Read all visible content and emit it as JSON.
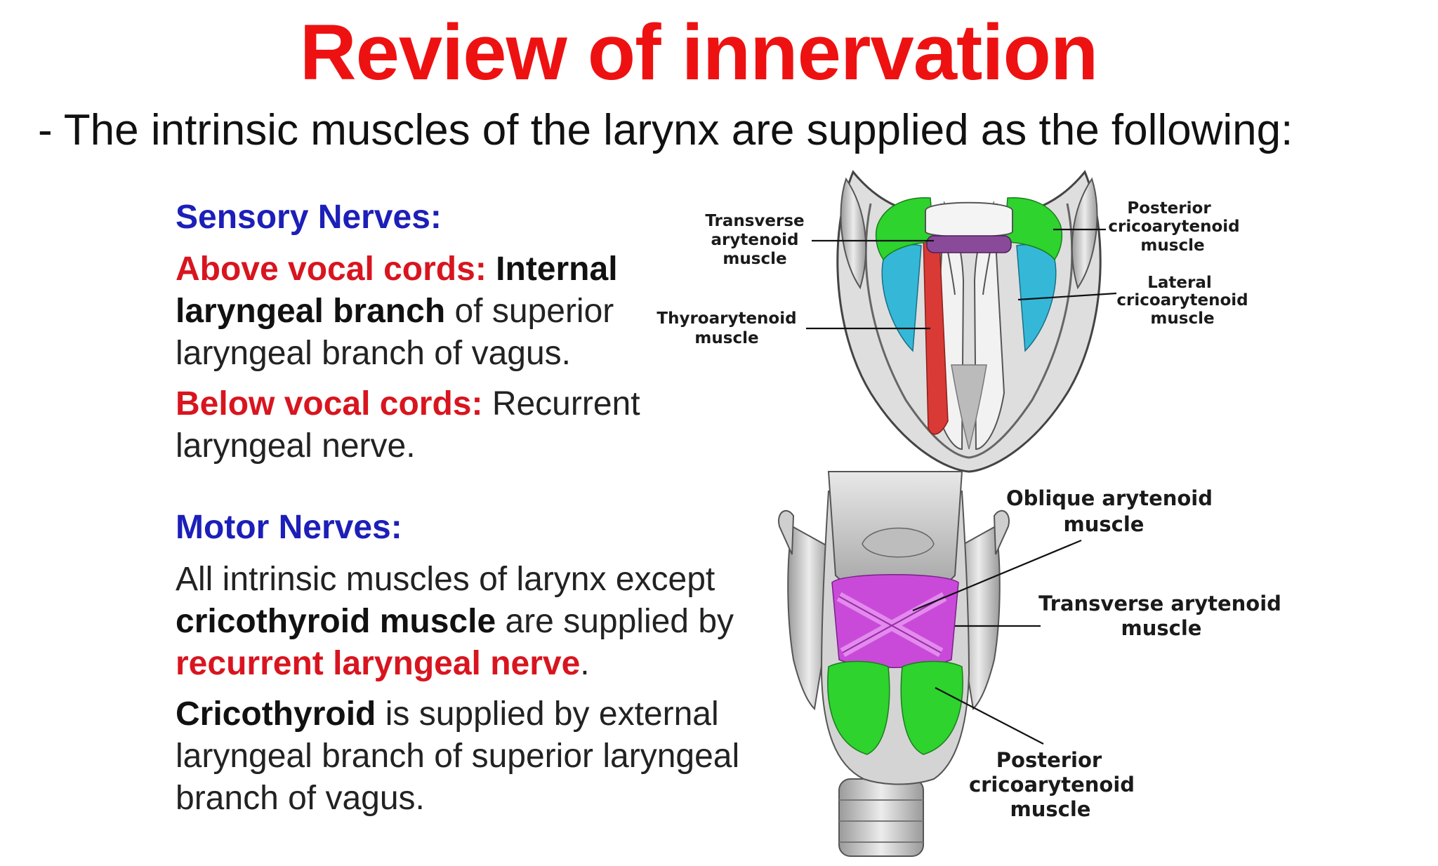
{
  "slide": {
    "title": "Review of innervation",
    "subtitle": "- The intrinsic muscles of the larynx are supplied as the following:"
  },
  "sensory": {
    "heading": "Sensory Nerves:",
    "above_label": "Above vocal cords:",
    "above_bold": "Internal laryngeal branch",
    "above_rest": "of superior laryngeal branch of vagus.",
    "below_label": "Below vocal cords:",
    "below_rest": "Recurrent laryngeal nerve."
  },
  "motor": {
    "heading": "Motor Nerves:",
    "p1_start": "All intrinsic muscles of larynx except",
    "p1_bold": "cricothyroid muscle",
    "p1_mid": "are supplied by",
    "p1_red": "recurrent laryngeal nerve",
    "p1_end": ".",
    "p2_bold": "Cricothyroid",
    "p2_rest": "is supplied by external laryngeal branch of superior laryngeal branch of vagus."
  },
  "top_diagram": {
    "labels": {
      "transverse_1": "Transverse",
      "transverse_2": "arytenoid",
      "transverse_3": "muscle",
      "thyro_1": "Thyroarytenoid",
      "thyro_2": "muscle",
      "post_1": "Posterior",
      "post_2": "cricoarytenoid",
      "post_3": "muscle",
      "lat_1": "Lateral",
      "lat_2": "cricoarytenoid",
      "lat_3": "muscle"
    }
  },
  "bottom_diagram": {
    "labels": {
      "oblique_1": "Oblique arytenoid",
      "oblique_2": "muscle",
      "trans_1": "Transverse arytenoid",
      "trans_2": "muscle",
      "post_1": "Posterior",
      "post_2": "cricoarytenoid",
      "post_3": "muscle"
    }
  },
  "colors": {
    "title": "#ee1111",
    "heading": "#1c1fb8",
    "emphasis": "#d8151f",
    "green_muscle": "#2ed32e",
    "cyan_muscle": "#35b8d8",
    "red_muscle": "#d93a35",
    "purple_muscle": "#b13ec9"
  }
}
